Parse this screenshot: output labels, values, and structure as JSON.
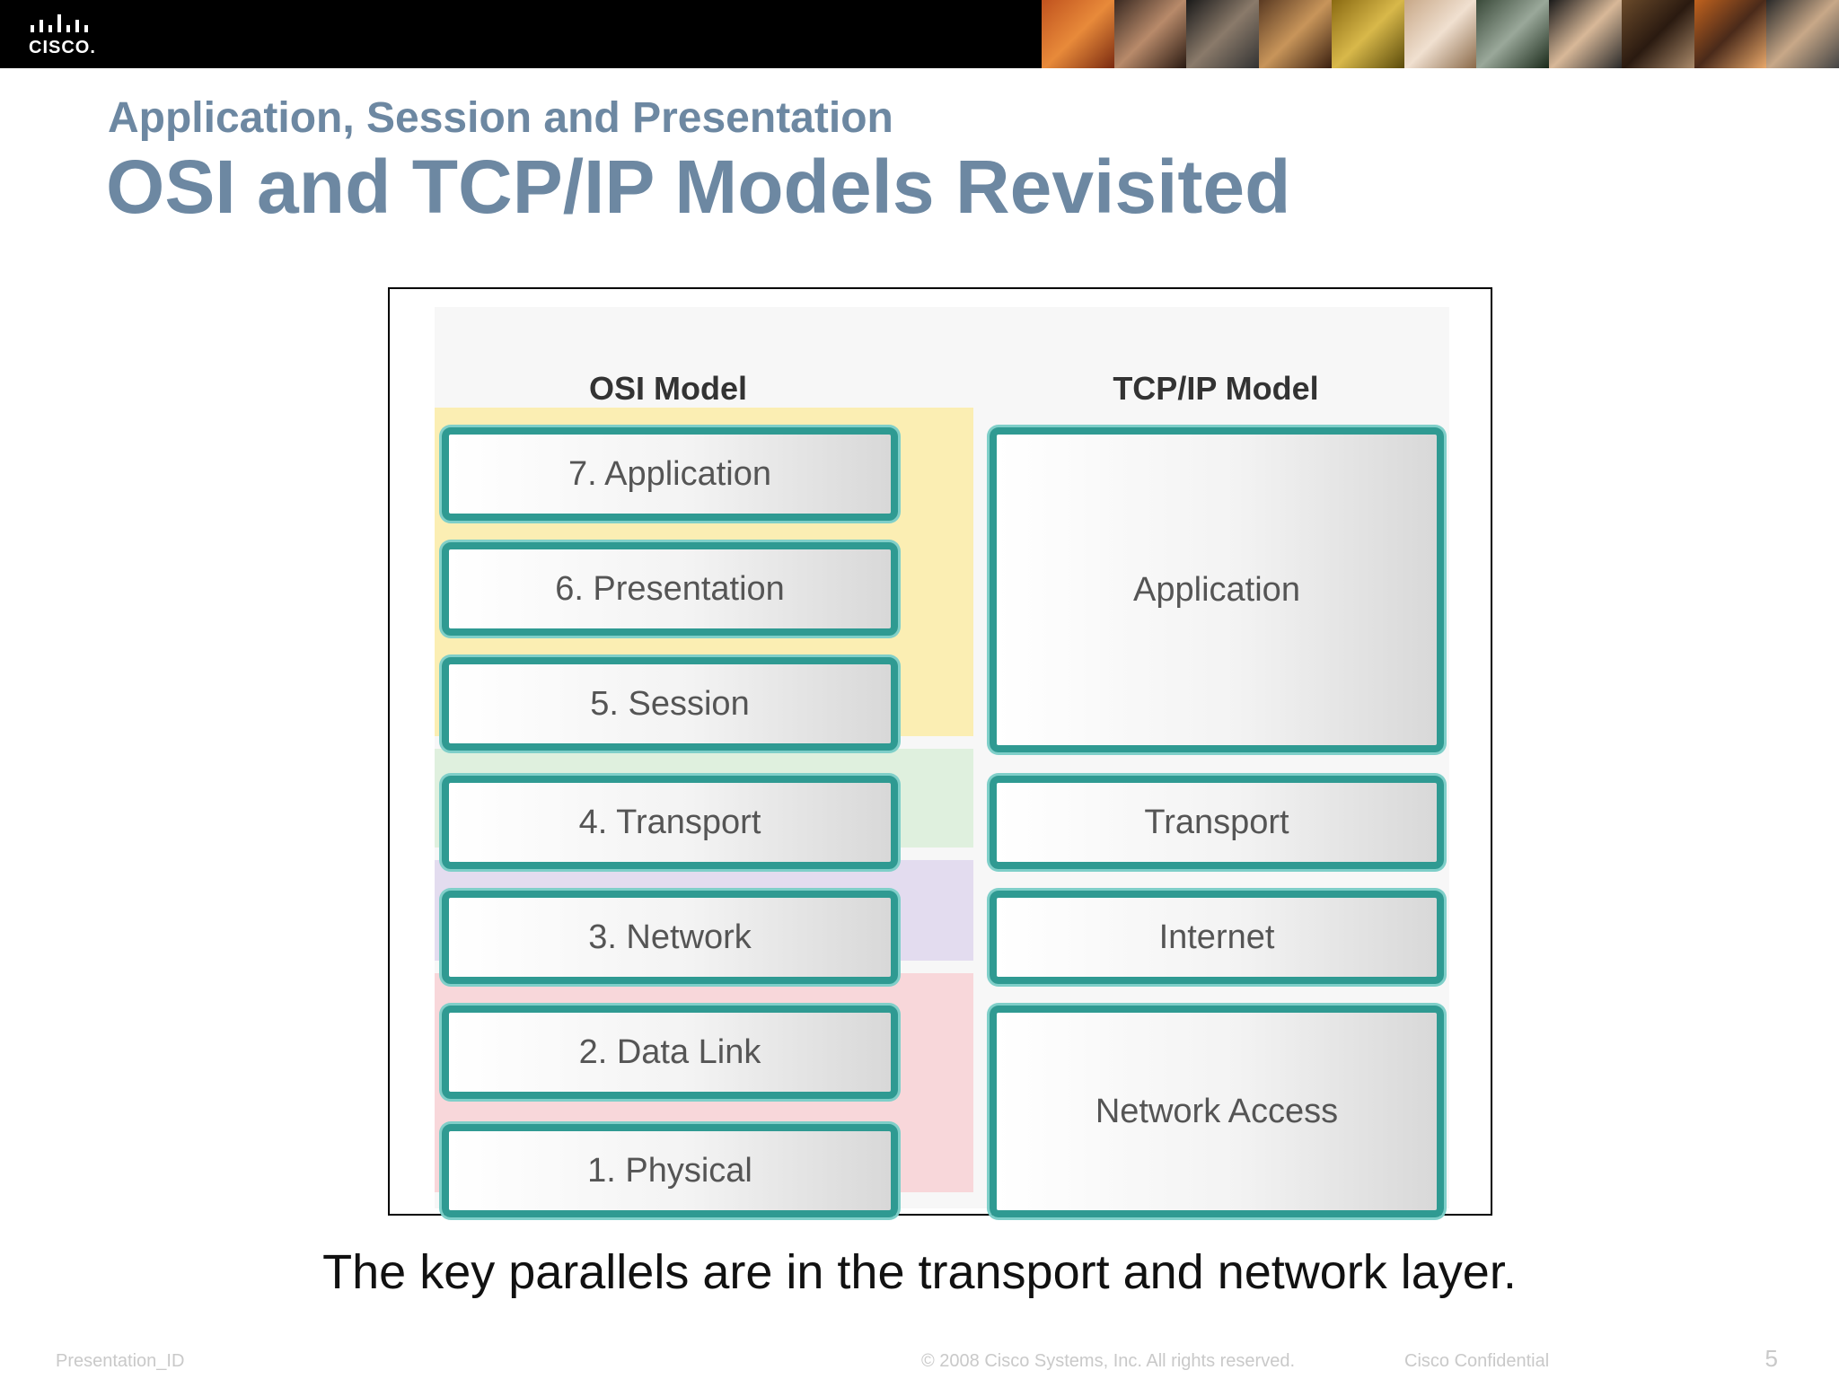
{
  "brand": {
    "logo_text": "CISCO."
  },
  "slide": {
    "subtitle": "Application, Session and Presentation",
    "title": "OSI and TCP/IP Models Revisited",
    "caption": "The key parallels are in the transport and network layer."
  },
  "diagram": {
    "osi_header": "OSI Model",
    "tcpip_header": "TCP/IP Model",
    "osi_layers": [
      "7. Application",
      "6. Presentation",
      "5. Session",
      "4. Transport",
      "3. Network",
      "2. Data Link",
      "1. Physical"
    ],
    "tcpip_layers": [
      "Application",
      "Transport",
      "Internet",
      "Network Access"
    ],
    "colors": {
      "layer_border": "#2f9a92",
      "band_application": "#fbeeb3",
      "band_transport": "#dff0de",
      "band_internet": "#e3dcef",
      "band_network_access": "#f8d7da"
    }
  },
  "footer": {
    "presentation_id": "Presentation_ID",
    "copyright": "© 2008 Cisco Systems, Inc. All rights reserved.",
    "confidential": "Cisco Confidential",
    "page_number": "5"
  }
}
